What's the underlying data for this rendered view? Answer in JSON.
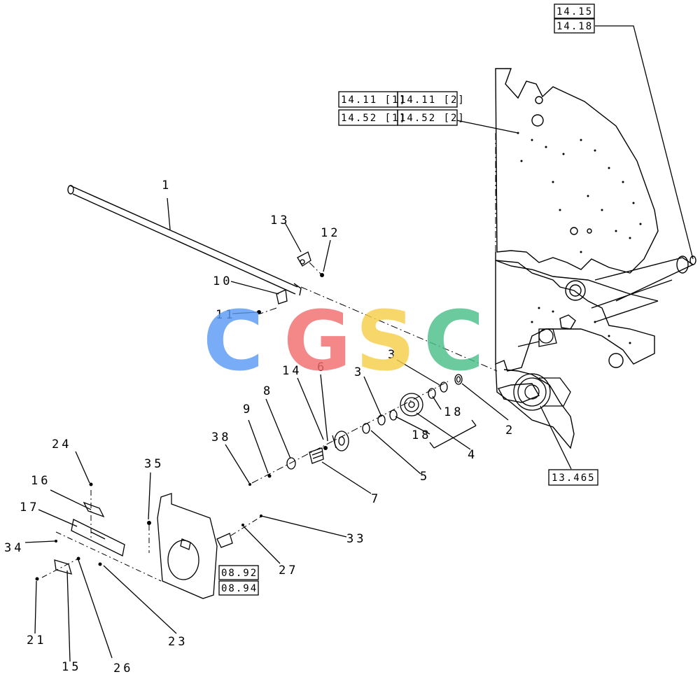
{
  "diagram": {
    "callouts": {
      "c1": "1",
      "c2": "2",
      "c3a": "3",
      "c3b": "3",
      "c4": "4",
      "c5": "5",
      "c6": "6",
      "c7": "7",
      "c8": "8",
      "c9": "9",
      "c10": "10",
      "c11": "11",
      "c12": "12",
      "c13": "13",
      "c14": "14",
      "c15": "15",
      "c16": "16",
      "c17": "17",
      "c18a": "18",
      "c18b": "18",
      "c21": "21",
      "c23": "23",
      "c24": "24",
      "c26": "26",
      "c27": "27",
      "c33": "33",
      "c34": "34",
      "c35": "35",
      "c38": "38"
    },
    "references": {
      "r1415": "14.15",
      "r1418": "14.18",
      "r1411a": "14.11 [1]",
      "r1411b": "14.11 [2]",
      "r1452a": "14.52 [1]",
      "r1452b": "14.52 [2]",
      "r13465": "13.465",
      "r0892": "08.92",
      "r0894": "08.94"
    }
  },
  "watermark": {
    "text": "CGSC",
    "colors": [
      "#5b9bf5",
      "#f26d6d",
      "#f7cf4a",
      "#4cbf8a"
    ]
  }
}
